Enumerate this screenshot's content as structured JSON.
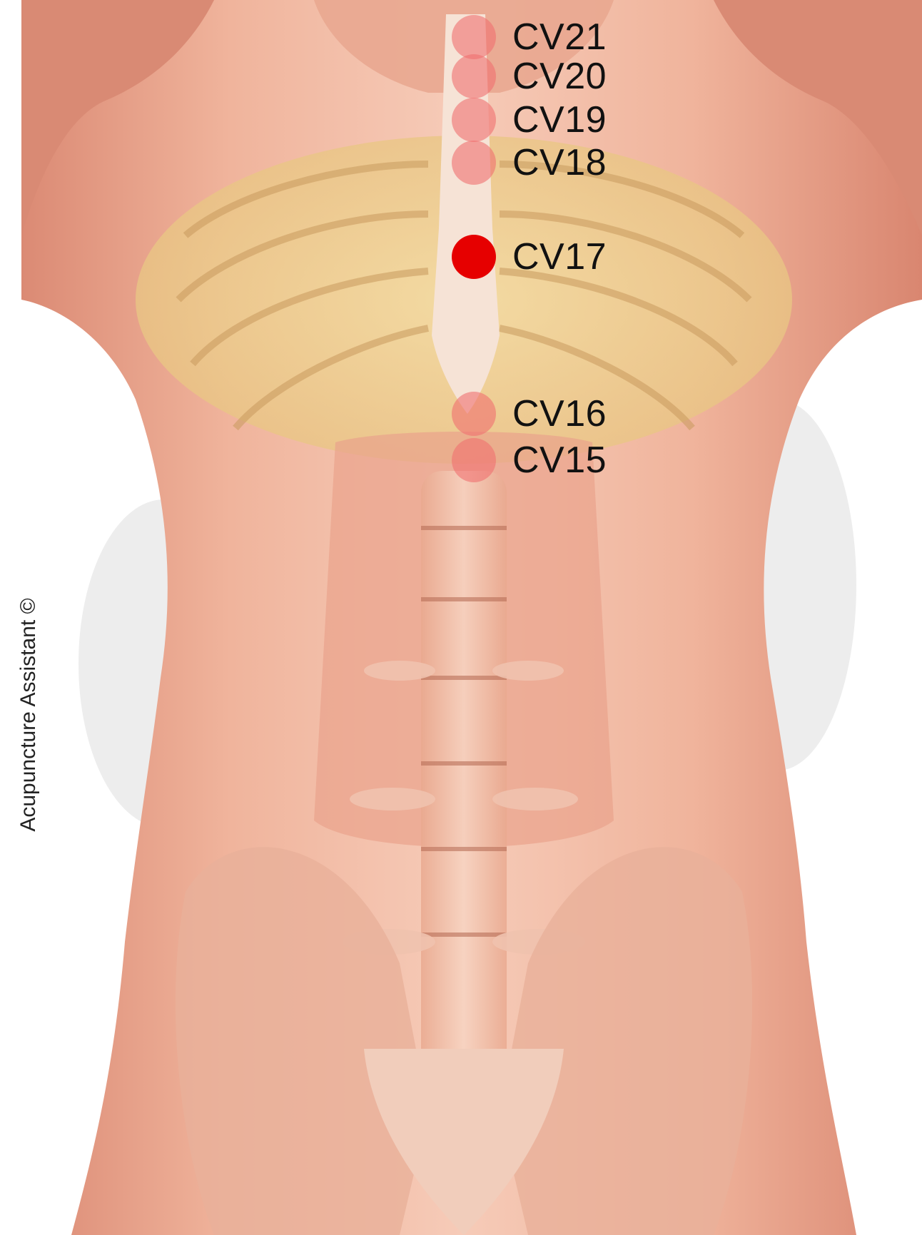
{
  "figure": {
    "subject": "anterior torso anatomy (muscles, ribcage, spine, pelvis)",
    "background_color": "#ffffff",
    "skin_color": "#e8a48c"
  },
  "acupoints": {
    "meridian": "CV",
    "active_point": "CV17",
    "colors": {
      "active": "#e60000",
      "inactive": "#f07070"
    },
    "items": [
      {
        "id": "cv21",
        "label": "CV21",
        "active": false
      },
      {
        "id": "cv20",
        "label": "CV20",
        "active": false
      },
      {
        "id": "cv19",
        "label": "CV19",
        "active": false
      },
      {
        "id": "cv18",
        "label": "CV18",
        "active": false
      },
      {
        "id": "cv17",
        "label": "CV17",
        "active": true
      },
      {
        "id": "cv16",
        "label": "CV16",
        "active": false
      },
      {
        "id": "cv15",
        "label": "CV15",
        "active": false
      }
    ]
  },
  "watermark": {
    "text": "Acupuncture Assistant ©"
  }
}
